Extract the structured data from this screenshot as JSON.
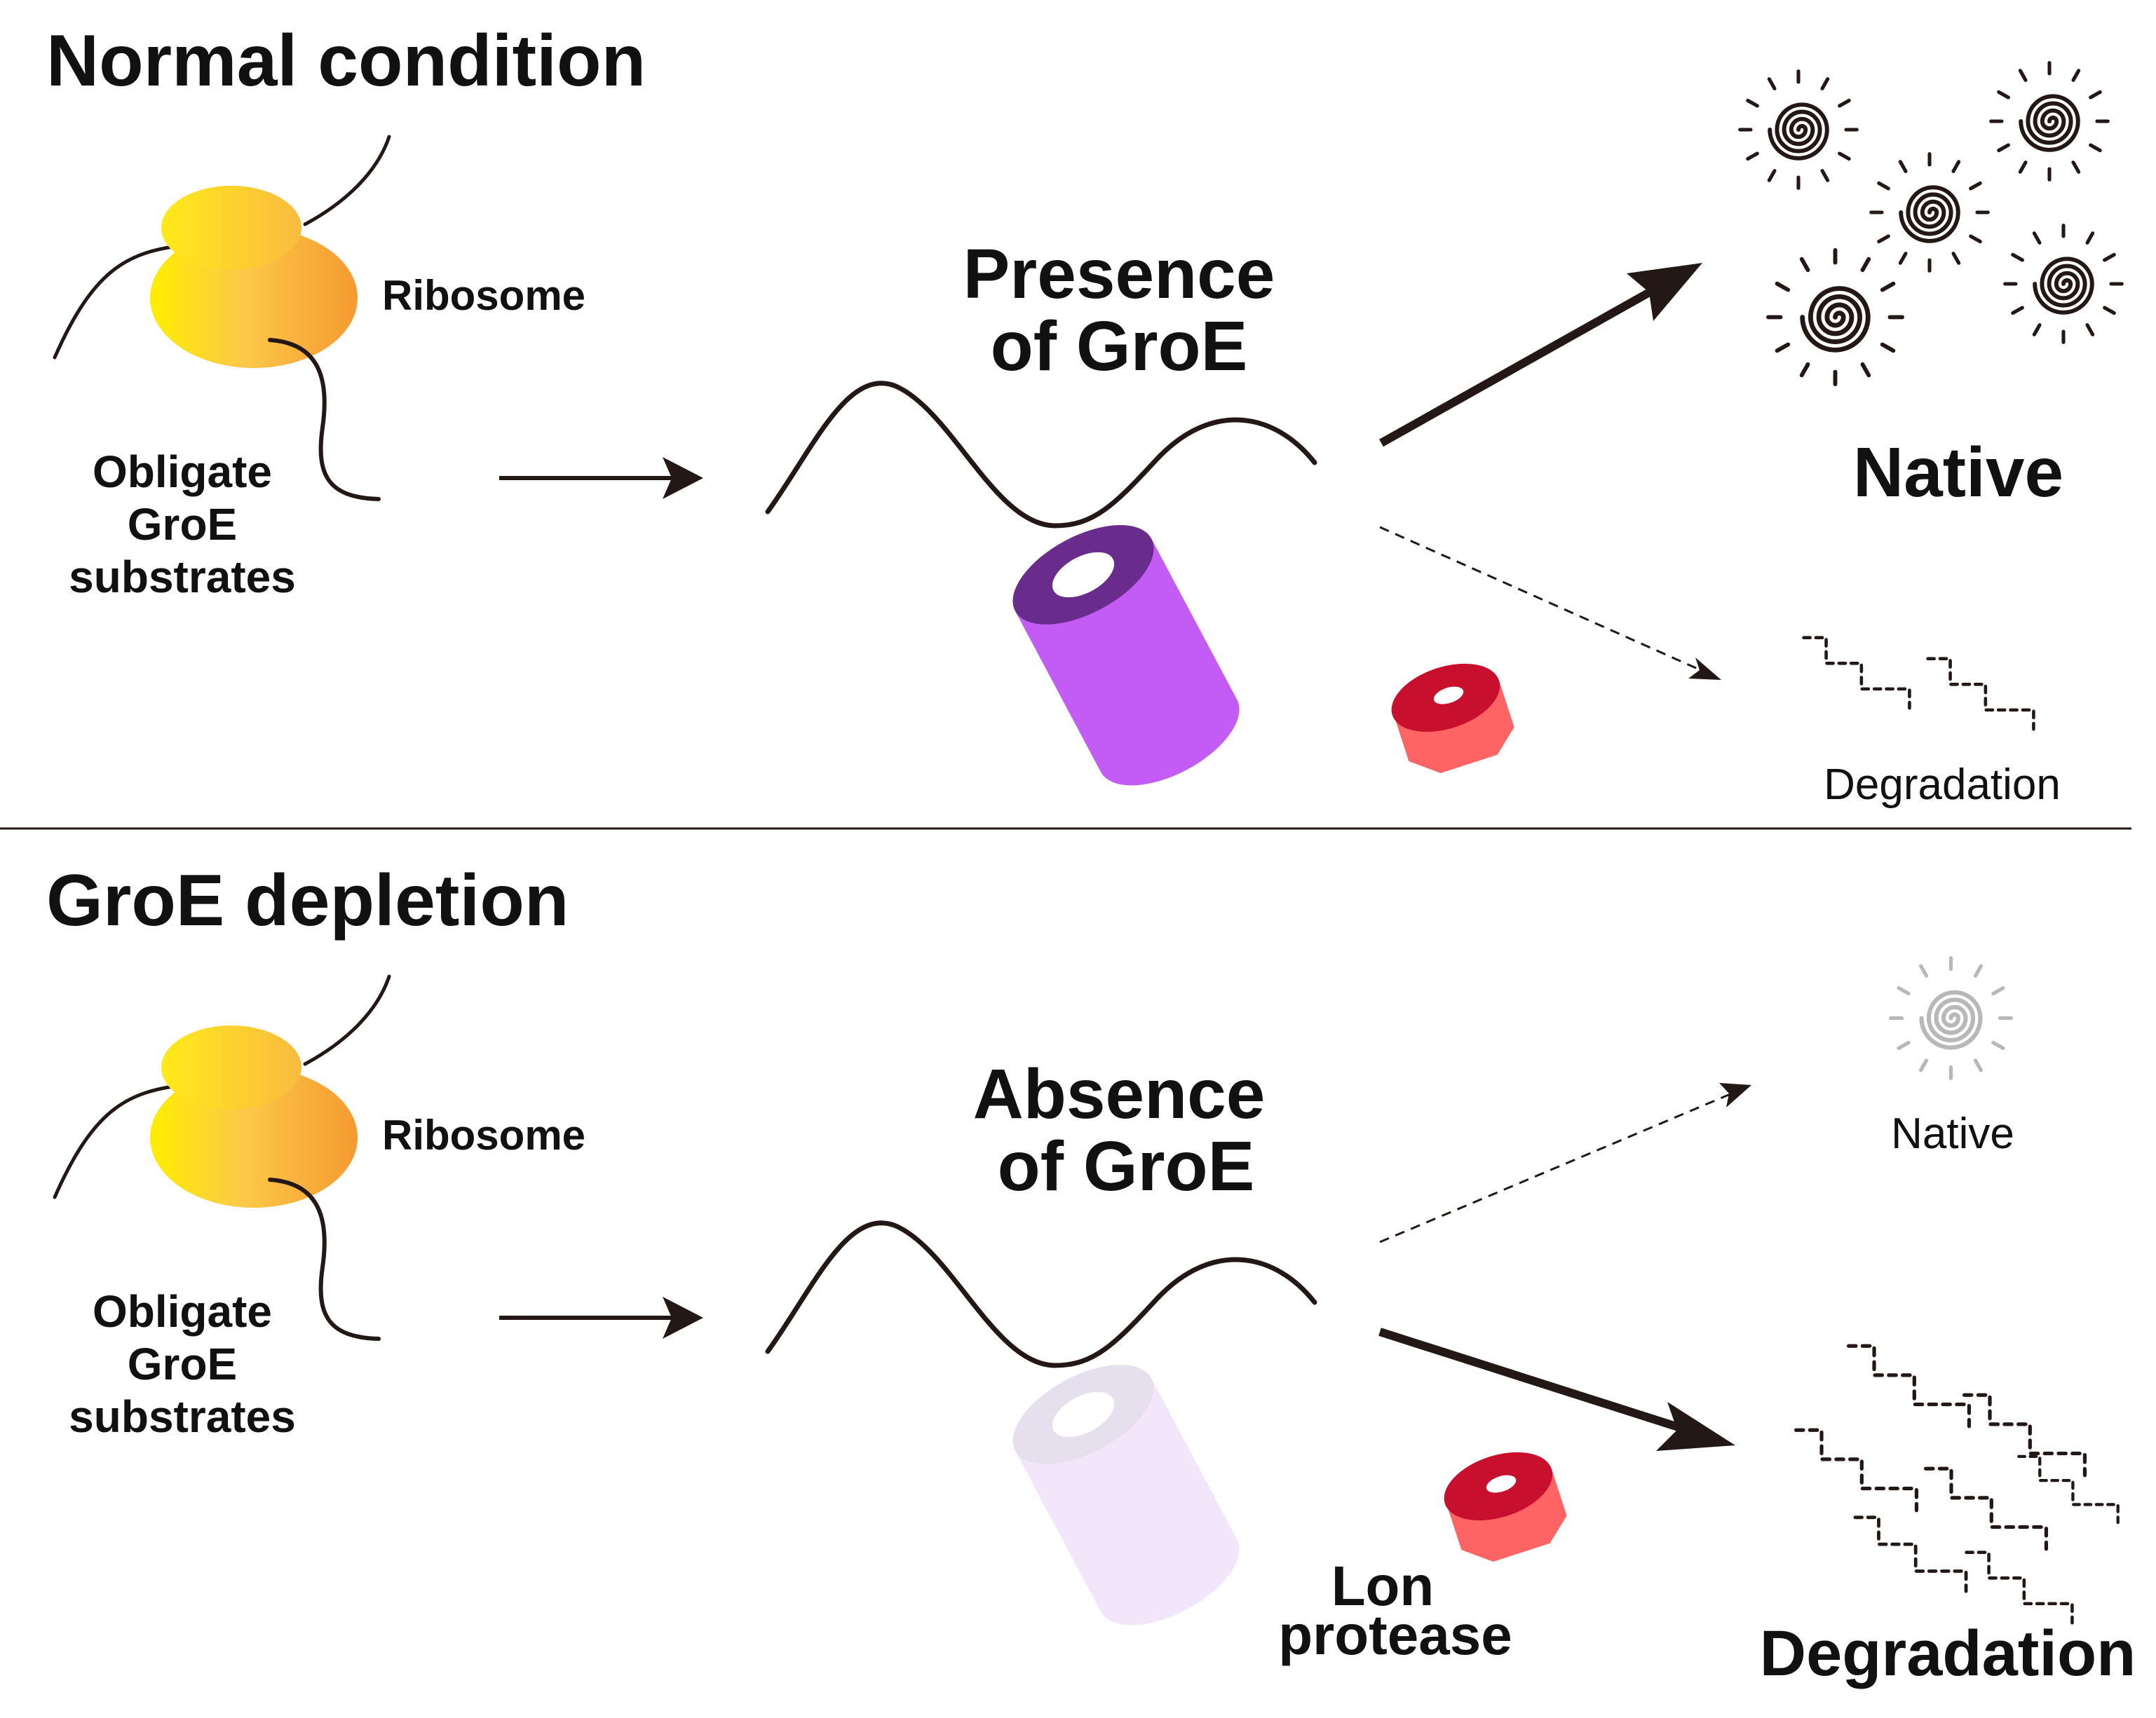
{
  "panels": [
    {
      "title": "Normal condition",
      "ribosome_label": "Ribosome",
      "substrate_label": [
        "Obligate",
        "GroE",
        "substrates"
      ],
      "chaperone_label": [
        "Presence",
        "of GroE"
      ],
      "native_label": "Native",
      "degradation_label": "Degradation",
      "groe_state": "present",
      "favored_outcome": "native"
    },
    {
      "title": "GroE depletion",
      "ribosome_label": "Ribosome",
      "substrate_label": [
        "Obligate",
        "GroE",
        "substrates"
      ],
      "chaperone_label": [
        "Absence",
        "of GroE"
      ],
      "native_label": "Native",
      "degradation_label": "Degradation",
      "protease_label": [
        "Lon",
        "protease"
      ],
      "groe_state": "depleted",
      "favored_outcome": "degradation"
    }
  ],
  "colors": {
    "ribosome_light": "#ffee00",
    "ribosome_mid": "#fcc84a",
    "ribosome_dark": "#f59a2f",
    "groe_body": "#c25cf4",
    "groe_rim": "#6a2c8c",
    "groe_faded_body": "#f3e6fb",
    "groe_faded_rim": "#e6e0ee",
    "lon_body": "#ff6464",
    "lon_top": "#c8102e",
    "line": "#231815",
    "native_faded": "#b8b8b8"
  }
}
